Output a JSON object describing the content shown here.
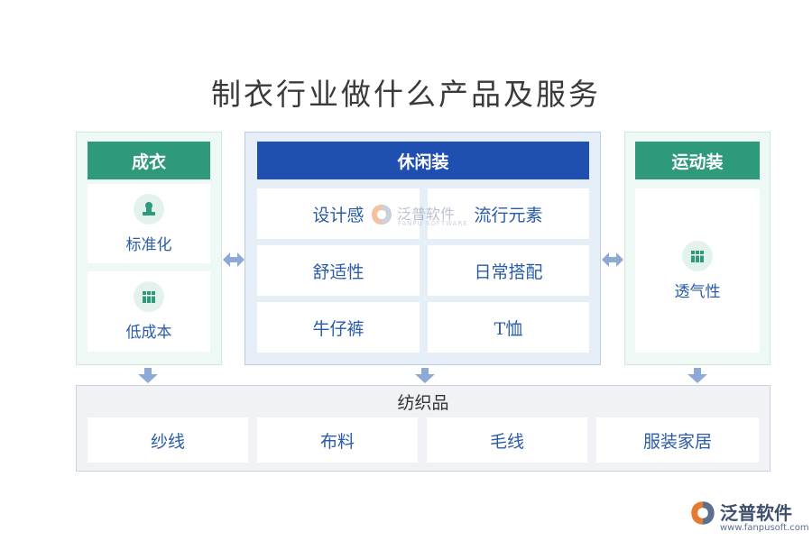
{
  "title": "制衣行业做什么产品及服务",
  "left": {
    "header": "成衣",
    "items": [
      {
        "label": "标准化",
        "icon": "stamp-icon"
      },
      {
        "label": "低成本",
        "icon": "books-icon"
      }
    ]
  },
  "center": {
    "header": "休闲装",
    "cells": [
      "设计感",
      "流行元素",
      "舒适性",
      "日常搭配",
      "牛仔裤",
      "T恤"
    ]
  },
  "right": {
    "header": "运动装",
    "items": [
      {
        "label": "透气性",
        "icon": "books-icon"
      }
    ]
  },
  "bottom": {
    "header": "纺织品",
    "cells": [
      "纱线",
      "布料",
      "毛线",
      "服装家居"
    ]
  },
  "watermark": {
    "name": "泛普软件",
    "sub": "FANPU SOFTWARE"
  },
  "logo": {
    "name": "泛普软件",
    "url": "www.fanpusoft.com"
  },
  "colors": {
    "green": "#2e9a7b",
    "blue": "#1f4fb0",
    "text_blue": "#2a5ba8",
    "arrow": "#8fa9d6"
  }
}
